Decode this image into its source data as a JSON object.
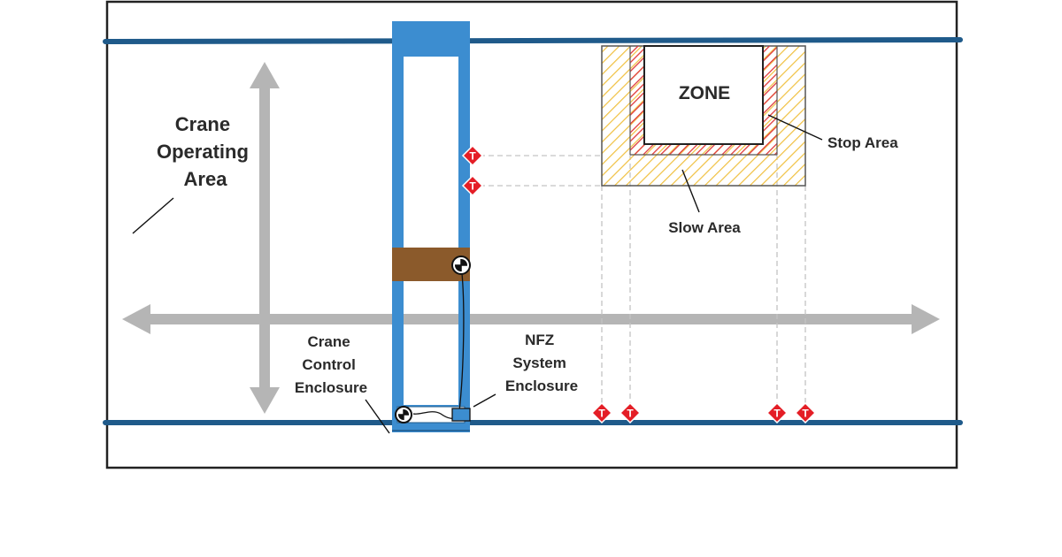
{
  "labels": {
    "crane_operating_area": [
      "Crane",
      "Operating",
      "Area"
    ],
    "zone": "ZONE",
    "stop_area": "Stop Area",
    "slow_area": "Slow Area",
    "crane_control_enclosure": [
      "Crane",
      "Control",
      "Enclosure"
    ],
    "nfz_system_enclosure": [
      "NFZ",
      "System",
      "Enclosure"
    ]
  },
  "tag_letter": "T",
  "colors": {
    "rail": "#1f5a8a",
    "bridge": "#3c8dd0",
    "trolley": "#8b5a2b",
    "arrow": "#b5b5b5",
    "slow_hatch": "#f0c040",
    "stop_hatch": "#e03a3a",
    "tag": "#e41e26",
    "frame": "#222222"
  }
}
